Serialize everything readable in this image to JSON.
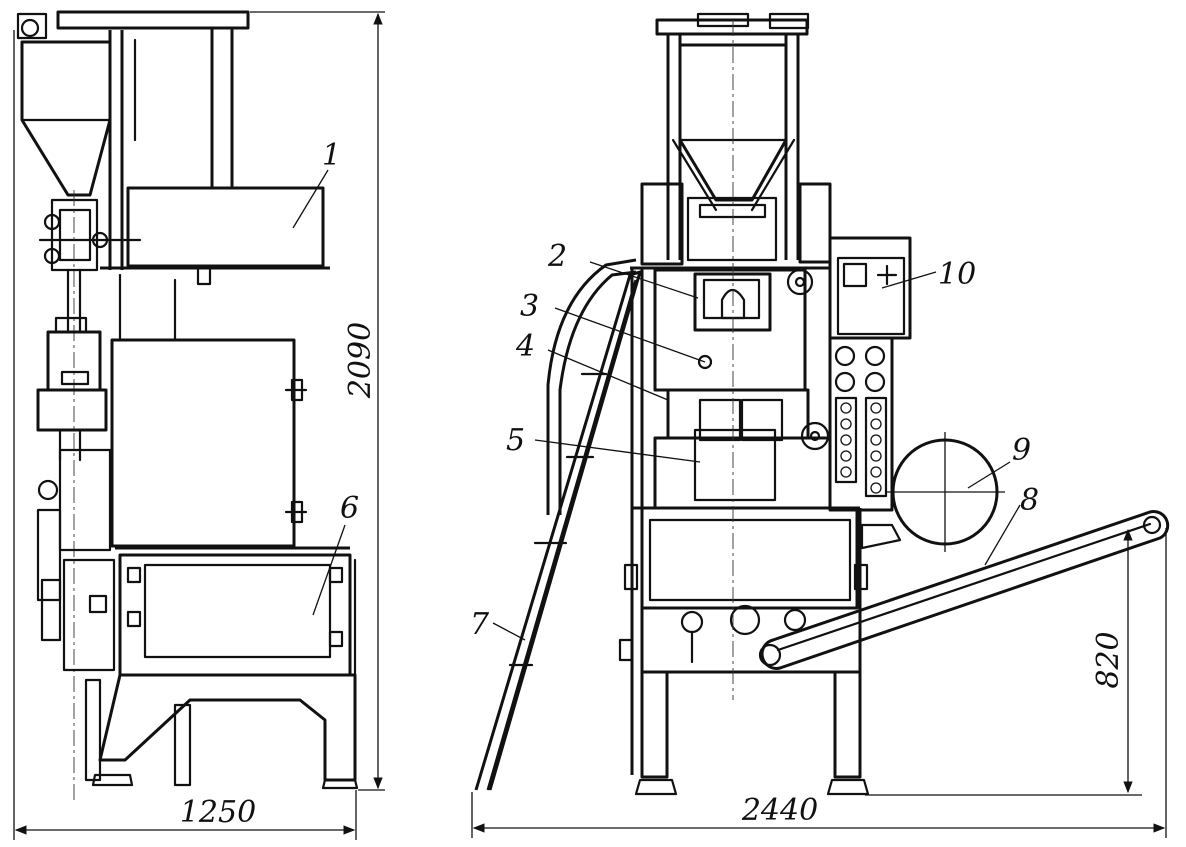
{
  "labels": {
    "l1": "1",
    "l2": "2",
    "l3": "3",
    "l4": "4",
    "l5": "5",
    "l6": "6",
    "l7": "7",
    "l8": "8",
    "l9": "9",
    "l10": "10"
  },
  "dimensions": {
    "side_height": "2090",
    "side_width": "1250",
    "front_width": "2440",
    "conveyor_height": "820"
  }
}
